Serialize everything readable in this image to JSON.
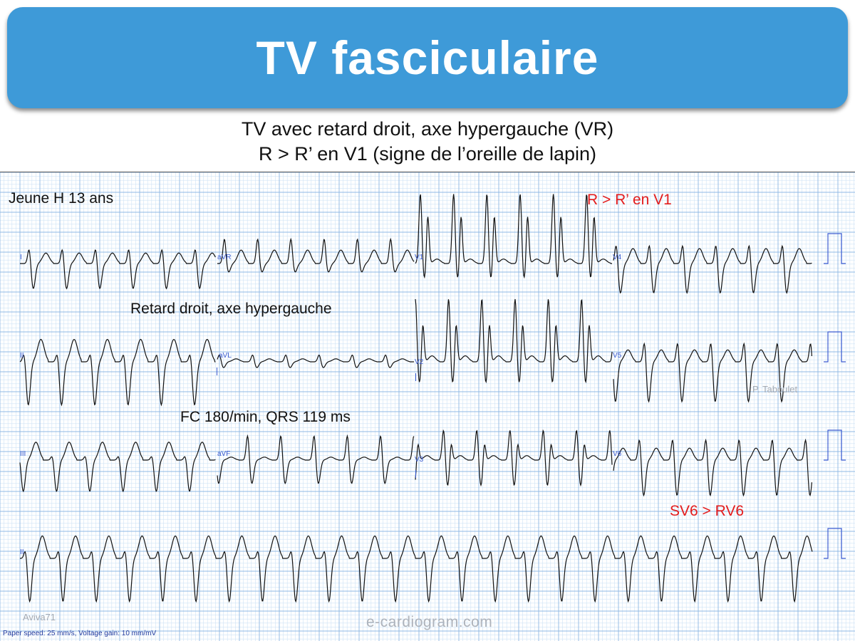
{
  "header": {
    "title": "TV fasciculaire",
    "subtitle_line1": "TV avec retard droit, axe hypergauche (VR)",
    "subtitle_line2": "R > R’ en V1 (signe de l’oreille de lapin)"
  },
  "annotations": {
    "patient": "Jeune H 13 ans",
    "rr_v1": "R > R’ en V1",
    "retard": "Retard droit, axe hypergauche",
    "fc": "FC 180/min, QRS 119 ms",
    "sv6": "SV6 > RV6"
  },
  "leads": {
    "row1": [
      "I",
      "aVR",
      "V1",
      "V4"
    ],
    "row2": [
      "II",
      "aVL",
      "V2",
      "V5"
    ],
    "row3": [
      "III",
      "aVF",
      "V3",
      "V6"
    ],
    "row4": [
      "II"
    ]
  },
  "watermarks": {
    "author": "P. Taboulet",
    "device": "Aviva71",
    "brand": "e-cardiogram.com"
  },
  "footer": {
    "paper_speed": "Paper speed: 25 mm/s, Voltage gain: 10 mm/mV"
  },
  "colors": {
    "banner": "#3e9ad8",
    "grid_minor": "#cfe3f6",
    "grid_major": "#8fb8e4",
    "trace": "#111111",
    "annotation_red": "#e31c1c",
    "lead_label": "#3b5bd0"
  },
  "ecg": {
    "heart_rate_bpm": 180,
    "qrs_ms": 119,
    "paper_speed_mm_s": 25,
    "gain_mm_mV": 10
  }
}
